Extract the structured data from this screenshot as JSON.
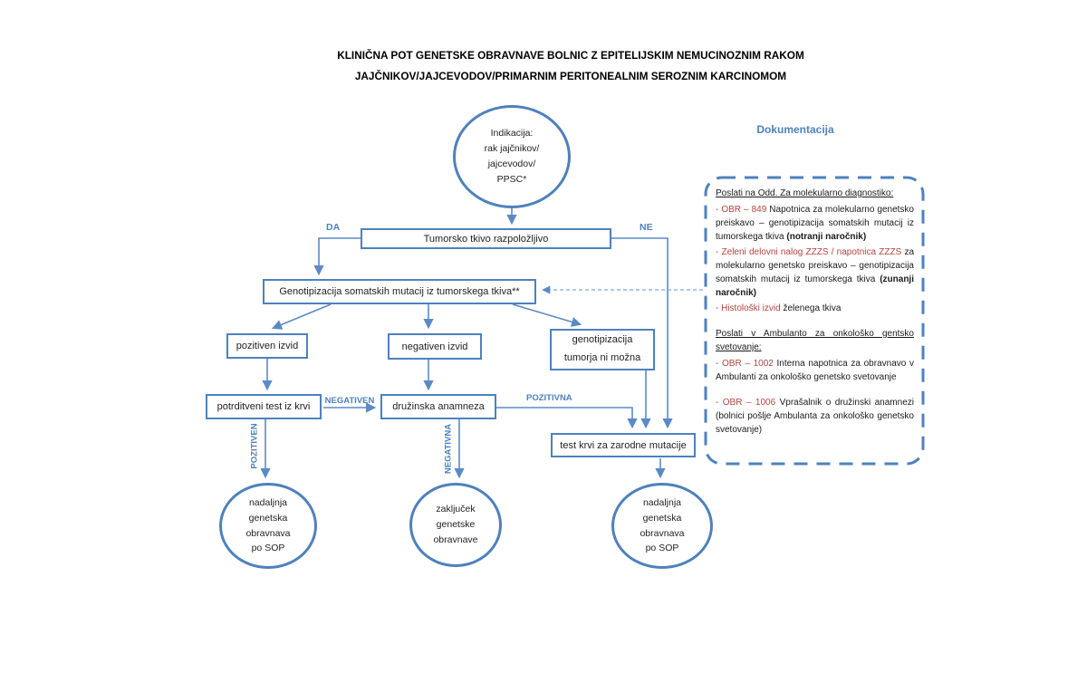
{
  "title": {
    "line1": "KLINIČNA POT  GENETSKE OBRAVNAVE BOLNIC Z EPITELIJSKIM NEMUCINOZNIM RAKOM",
    "line2": "JAJČNIKOV/JAJCEVODOV/PRIMARNIM PERITONEALNIM SEROZNIM KARCINOMOM"
  },
  "flowchart": {
    "indication_circle": "Indikacija:\nrak jajčnikov/\njajcevodov/\nPPSC*",
    "tumor_tissue_box": "Tumorsko tkivo razpoložljivo",
    "genotyping_box": "Genotipizacija somatskih mutacij iz tumorskega tkiva**",
    "positive_result_box": "pozitiven izvid",
    "negative_result_box": "negativen izvid",
    "genotyping_not_possible_box": "genotipizacija\ntumorja ni možna",
    "confirmatory_test_box": "potrditveni test iz krvi",
    "family_history_box": "družinska anamneza",
    "blood_test_box": "test krvi za zarodne mutacije",
    "outcome_circle_left": "nadaljnja\ngenetska\nobravnava\npo SOP",
    "outcome_circle_middle": "zaključek\ngenetske\nobravnave",
    "outcome_circle_right": "nadaljnja\ngenetska\nobravnava\npo SOP",
    "labels": {
      "da": "DA",
      "ne": "NE",
      "negativen": "NEGATIVEN",
      "pozitivna": "POZITIVNA",
      "pozitiven": "POZITIVEN",
      "negativna": "NEGATIVNA"
    }
  },
  "documentation": {
    "heading": "Dokumentacija",
    "section1_title": "Poslati na Odd. Za molekularno diagnostiko:",
    "item_obr849_code": "- OBR – 849",
    "item_obr849_text": " Napotnica za molekularno genetsko preiskavo – genotipizacija somatskih mutacij iz tumorskega tkiva ",
    "item_obr849_bold": "(notranji naročnik)",
    "item_zzzs_code": "- Zeleni delovni nalog ZZZS / napotnica ZZZS",
    "item_zzzs_text": " za molekularno genetsko preiskavo – genotipizacija somatskih mutacij iz tumorskega tkiva ",
    "item_zzzs_bold": "(zunanji naročnik)",
    "item_histo_code": "- Histološki izvid",
    "item_histo_text": " želenega tkiva",
    "section2_title": "Poslati v Ambulanto za onkološko gentsko svetovanje:",
    "item_obr1002_code": "- OBR – 1002",
    "item_obr1002_text": " Interna napotnica za obravnavo v Ambulanti za onkološko genetsko svetovanje",
    "item_obr1006_code": "- OBR – 1006",
    "item_obr1006_text": " Vprašalnik o družinski anamnezi (bolnici pošlje Ambulanta za onkološko genetsko svetovanje)"
  },
  "colors": {
    "accent_blue": "#4E81BD",
    "line_blue": "#5B8AC5",
    "red_text": "#B5433E"
  }
}
